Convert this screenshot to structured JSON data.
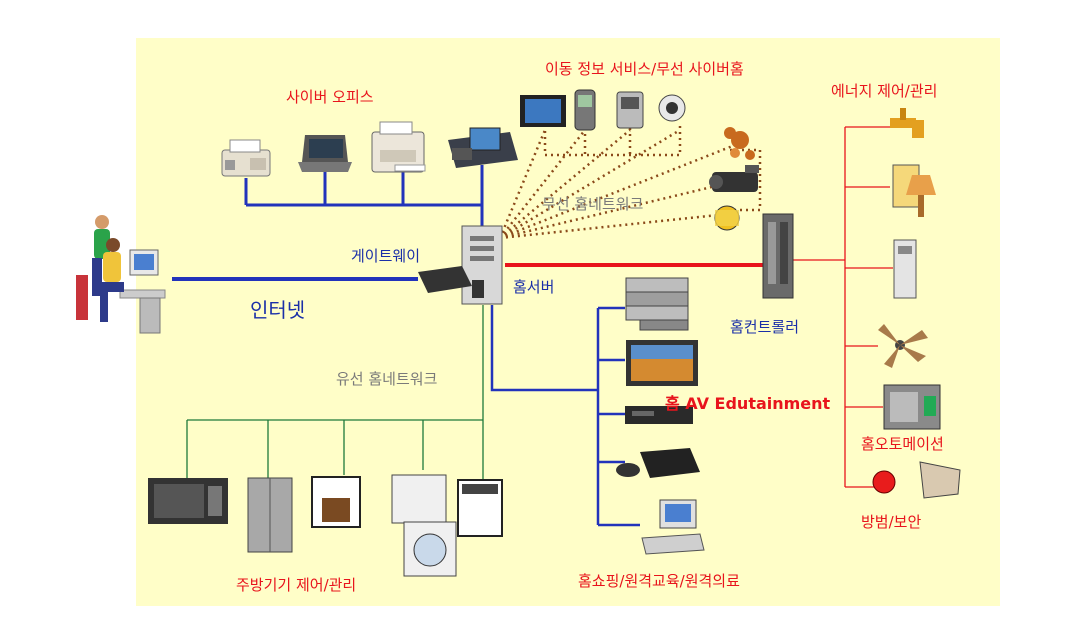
{
  "labels": {
    "cyber_office": "사이버 오피스",
    "mobile_service": "이동 정보 서비스/무선 사이버홈",
    "energy": "에너지 제어/관리",
    "wireless_network": "무선 홈네트워크",
    "gateway": "게이트웨이",
    "internet": "인터넷",
    "home_server": "홈서버",
    "home_controller": "홈컨트롤러",
    "wired_network": "유선 홈네트워크",
    "home_av": "홈 AV Edutainment",
    "home_automation": "홈오토메이션",
    "security": "방범/보안",
    "kitchen": "주방기기 제어/관리",
    "home_shopping": "홈쇼핑/원격교육/원격의료"
  },
  "colors": {
    "background": "#fffec8",
    "wired_line": "#2233bb",
    "home_line": "#e8141c",
    "wireless_dotted": "#8b4a1a",
    "wired_home_line": "#1e7a3a",
    "label_red": "#e8141c",
    "label_blue": "#1a2fa8",
    "label_gray": "#7a7a7a"
  }
}
